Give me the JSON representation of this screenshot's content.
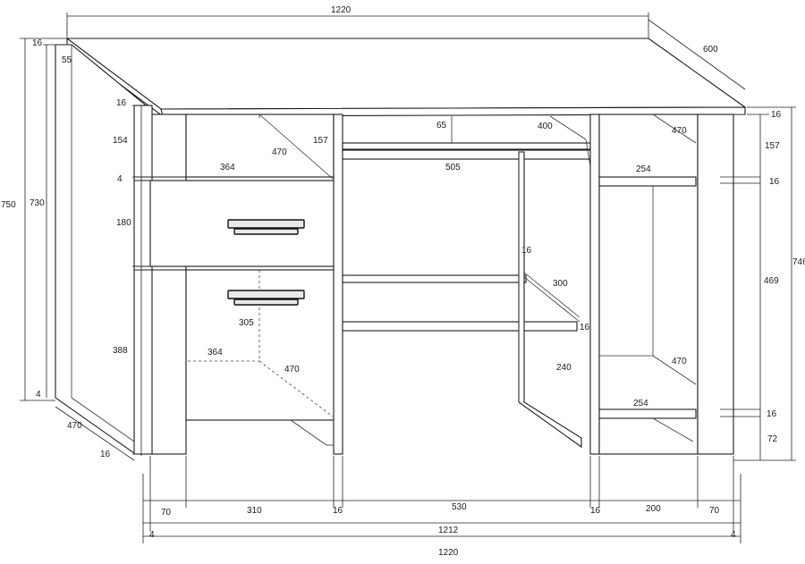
{
  "dimensions": {
    "top_width": "1220",
    "top_depth": "600",
    "top_thickness_left": "16",
    "top_overhang": "55",
    "overall_height": "750",
    "side_height": "730",
    "bottom_gap_left": "4",
    "base_depth": "470",
    "base_thickness": "16",
    "inner_top_thickness": "16",
    "upper_niche_height": "154",
    "drawer_gap": "4",
    "drawer_height": "180",
    "lower_cabinet_height": "388",
    "niche_width": "364",
    "niche_depth": "470",
    "drawer_box_depth": "305",
    "lower_niche_width": "364",
    "lower_niche_depth": "470",
    "keyboard_shelf_height": "157",
    "keyboard_front_height": "65",
    "keyboard_shelf_depth": "400",
    "keyboard_shelf_width": "505",
    "mid_shelf_thickness": "16",
    "mid_shelf_depth": "300",
    "right_panel_thickness": "16",
    "center_panel_height": "240",
    "right_top_thickness": "16",
    "right_upper_height": "157",
    "right_upper_depth": "470",
    "right_shelf_width": "254",
    "right_shelf_thickness": "16",
    "right_section_height": "746",
    "right_middle_height": "469",
    "right_lower_depth": "470",
    "right_bottom_shelf_width": "254",
    "right_bottom_thickness": "16",
    "plinth_height": "72",
    "bottom_left_panel": "70",
    "bottom_cabinet_width": "310",
    "bottom_panel_a": "16",
    "bottom_center_width": "530",
    "bottom_panel_b": "16",
    "bottom_right_width": "200",
    "bottom_right_panel": "70",
    "bottom_gap_left2": "4",
    "bottom_inner_width": "1212",
    "bottom_gap_right": "4",
    "bottom_total_width": "1220"
  }
}
